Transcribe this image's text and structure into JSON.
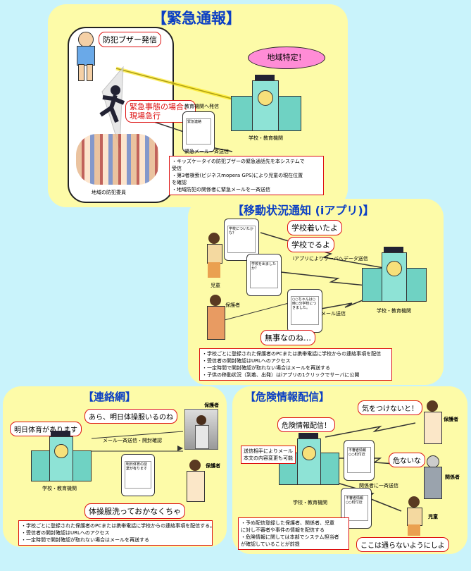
{
  "emergency": {
    "title": "【緊急通報】",
    "buzzer_bubble": "防犯ブザー発信",
    "region_cloud": "地域特定！",
    "rush_bubble_1": "緊急事態の場合、",
    "rush_bubble_2": "現場急行",
    "to_school_label": "教育機関へ発信",
    "school_label": "学校・教育機関",
    "mail_label": "緊急メール一斉送信",
    "volunteers_label": "地域の防犯委員",
    "notes": [
      "・キッズケータイの防犯ブザーの緊急通話先を本システムで",
      "受信",
      "・第3者検索(ビジネスmopera GPS)により児童の現在位置",
      "を確認",
      "・地域防犯の関係者に緊急メールを一斉送信"
    ]
  },
  "movement": {
    "title": "【移動状況通知 (iアプリ)】",
    "arrived_bubble": "学校着いたよ",
    "leaving_bubble": "学校でるよ",
    "iapp_label": "iアプリによりサーバへデータ送信",
    "child_label": "児童",
    "guardian_label": "保護者",
    "mail_label": "メール送信",
    "school_label": "学校・教育機関",
    "relief_bubble": "無事なのね…",
    "phone1": "学校についたかな？",
    "phone2": "学校を出ましたか？",
    "phone3": "○○ちゃんは○時○分学校につきました。",
    "notes": [
      "・学校ごとに登録された保護者のPCまたは携帯電話に学校からの連絡事項を配信",
      "・受信者の開封確認はURLへのアクセス",
      "・一定時間で開封確認が取れない場合はメールを再送する",
      "・子供の移動状況（到着、出発）はiアプリの1クリックでサーバに公開"
    ]
  },
  "contact": {
    "title": "【連絡網】",
    "gym_bubble": "あら、明日体操服いるのね",
    "pe_bubble": "明日体育があります",
    "guardian_label_1": "保護者",
    "guardian_label_2": "保護者",
    "broadcast_label": "メール一斉送信・開封確認",
    "school_label": "学校・教育機関",
    "wash_bubble": "体操服洗っておかなくちゃ",
    "phone_text": "明日体育の授業が有ります",
    "notes": [
      "・学校ごとに登録された保護者のPCまたは携帯電話に学校からの連絡事項を配信する。",
      "・受信者の開封確認はURLへのアクセス",
      "・一定時間で開封確認が取れない場合はメールを再送する"
    ]
  },
  "danger": {
    "title": "【危険情報配信】",
    "careful_bubble": "気をつけないと！",
    "guardian_label": "保護者",
    "deliver_bubble": "危険情報配信！",
    "danger_bubble": "危ないな",
    "related_label": "関係者",
    "content_note_1": "送信相手によりメール",
    "content_note_2": "本文の内容変更も可能",
    "broadcast_label": "関係者に一斉送信",
    "school_label": "学校・教育機関",
    "child_label": "児童",
    "avoid_bubble": "ここは通らないようにしよ",
    "phone_text": "不審者情報 ○○町付近",
    "notes": [
      "・予め配信登録した保護者、関係者、児童",
      "に対し不審者や事件の情報を配信する",
      "・危険情報に関しては本部でシステム担当者",
      "が確認していることが前提"
    ]
  }
}
